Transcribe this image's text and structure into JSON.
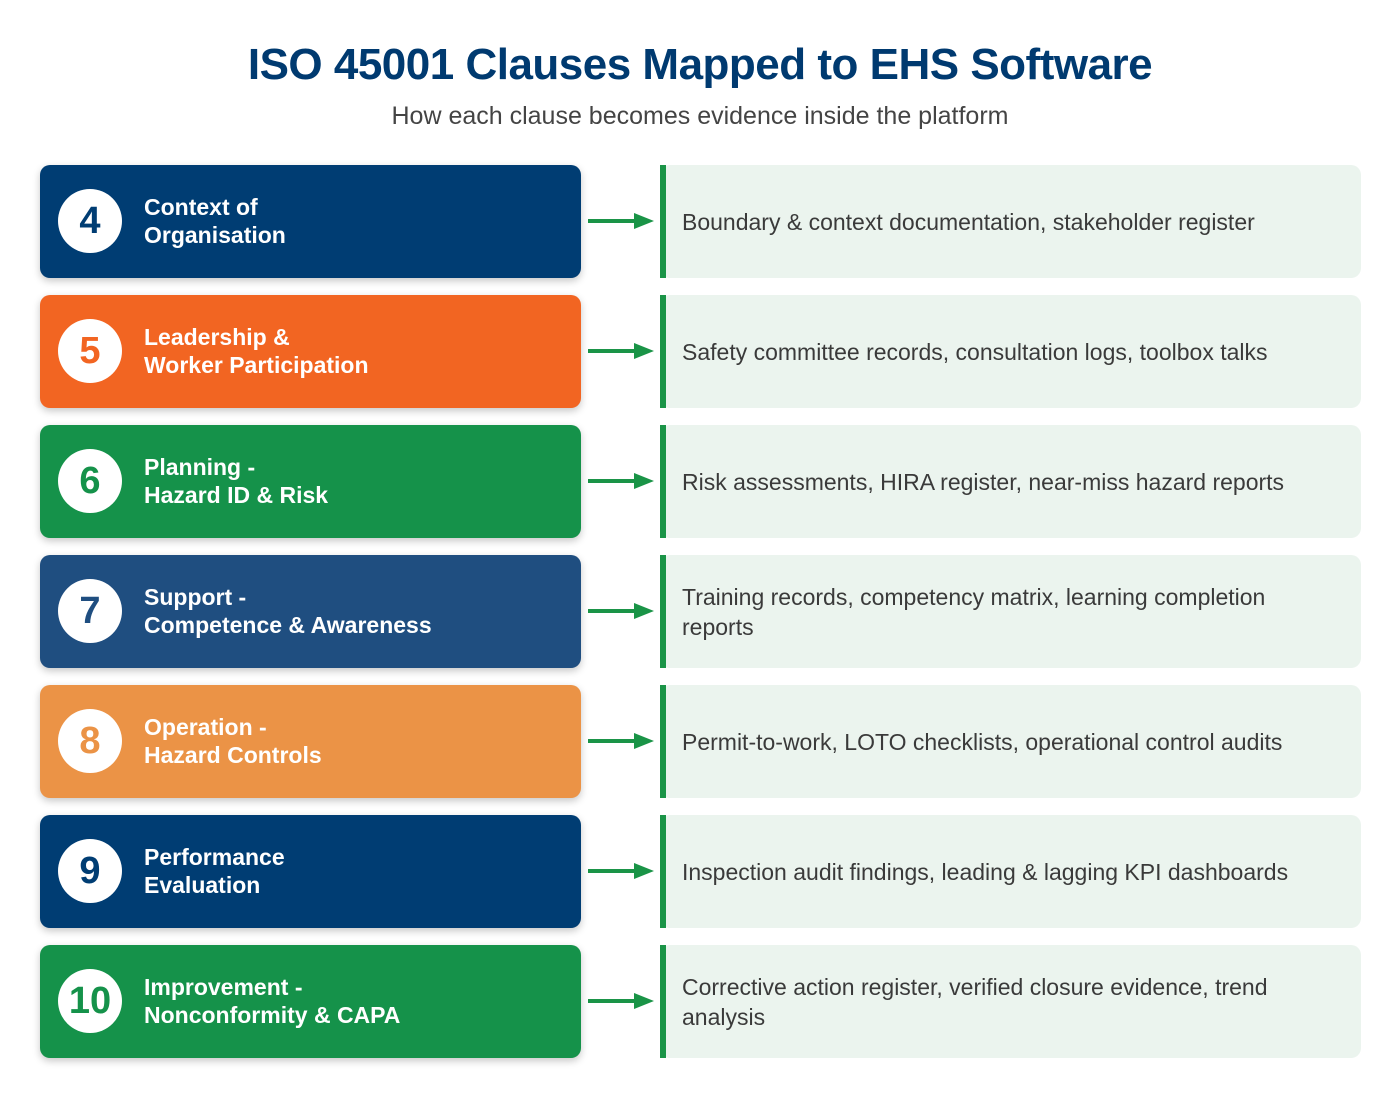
{
  "header": {
    "title": "ISO 45001 Clauses Mapped to EHS Software",
    "subtitle": "How each clause becomes evidence inside the platform"
  },
  "clauses": [
    {
      "number": "4",
      "line1": "Context of",
      "line2": "Organisation",
      "color": "#003d73",
      "evidence": "Boundary & context documentation, stakeholder register"
    },
    {
      "number": "5",
      "line1": "Leadership &",
      "line2": "Worker Participation",
      "color": "#f26522",
      "evidence": "Safety committee records, consultation logs, toolbox talks"
    },
    {
      "number": "6",
      "line1": "Planning -",
      "line2": "Hazard ID & Risk",
      "color": "#15924a",
      "evidence": "Risk assessments, HIRA register, near-miss hazard reports"
    },
    {
      "number": "7",
      "line1": "Support -",
      "line2": "Competence & Awareness",
      "color": "#1f4e80",
      "evidence": "Training records, competency matrix, learning completion reports"
    },
    {
      "number": "8",
      "line1": "Operation -",
      "line2": "Hazard Controls",
      "color": "#eb9346",
      "evidence": "Permit-to-work, LOTO checklists, operational control audits"
    },
    {
      "number": "9",
      "line1": "Performance",
      "line2": "Evaluation",
      "color": "#003d73",
      "evidence": "Inspection audit findings, leading & lagging KPI dashboards"
    },
    {
      "number": "10",
      "line1": "Improvement -",
      "line2": "Nonconformity & CAPA",
      "color": "#15924a",
      "evidence": "Corrective action register, verified closure evidence, trend analysis"
    }
  ],
  "colors": {
    "title": "#003a70",
    "arrow": "#1a9447",
    "evidence_bg": "#ebf4ee",
    "evidence_bar": "#1a9447"
  }
}
